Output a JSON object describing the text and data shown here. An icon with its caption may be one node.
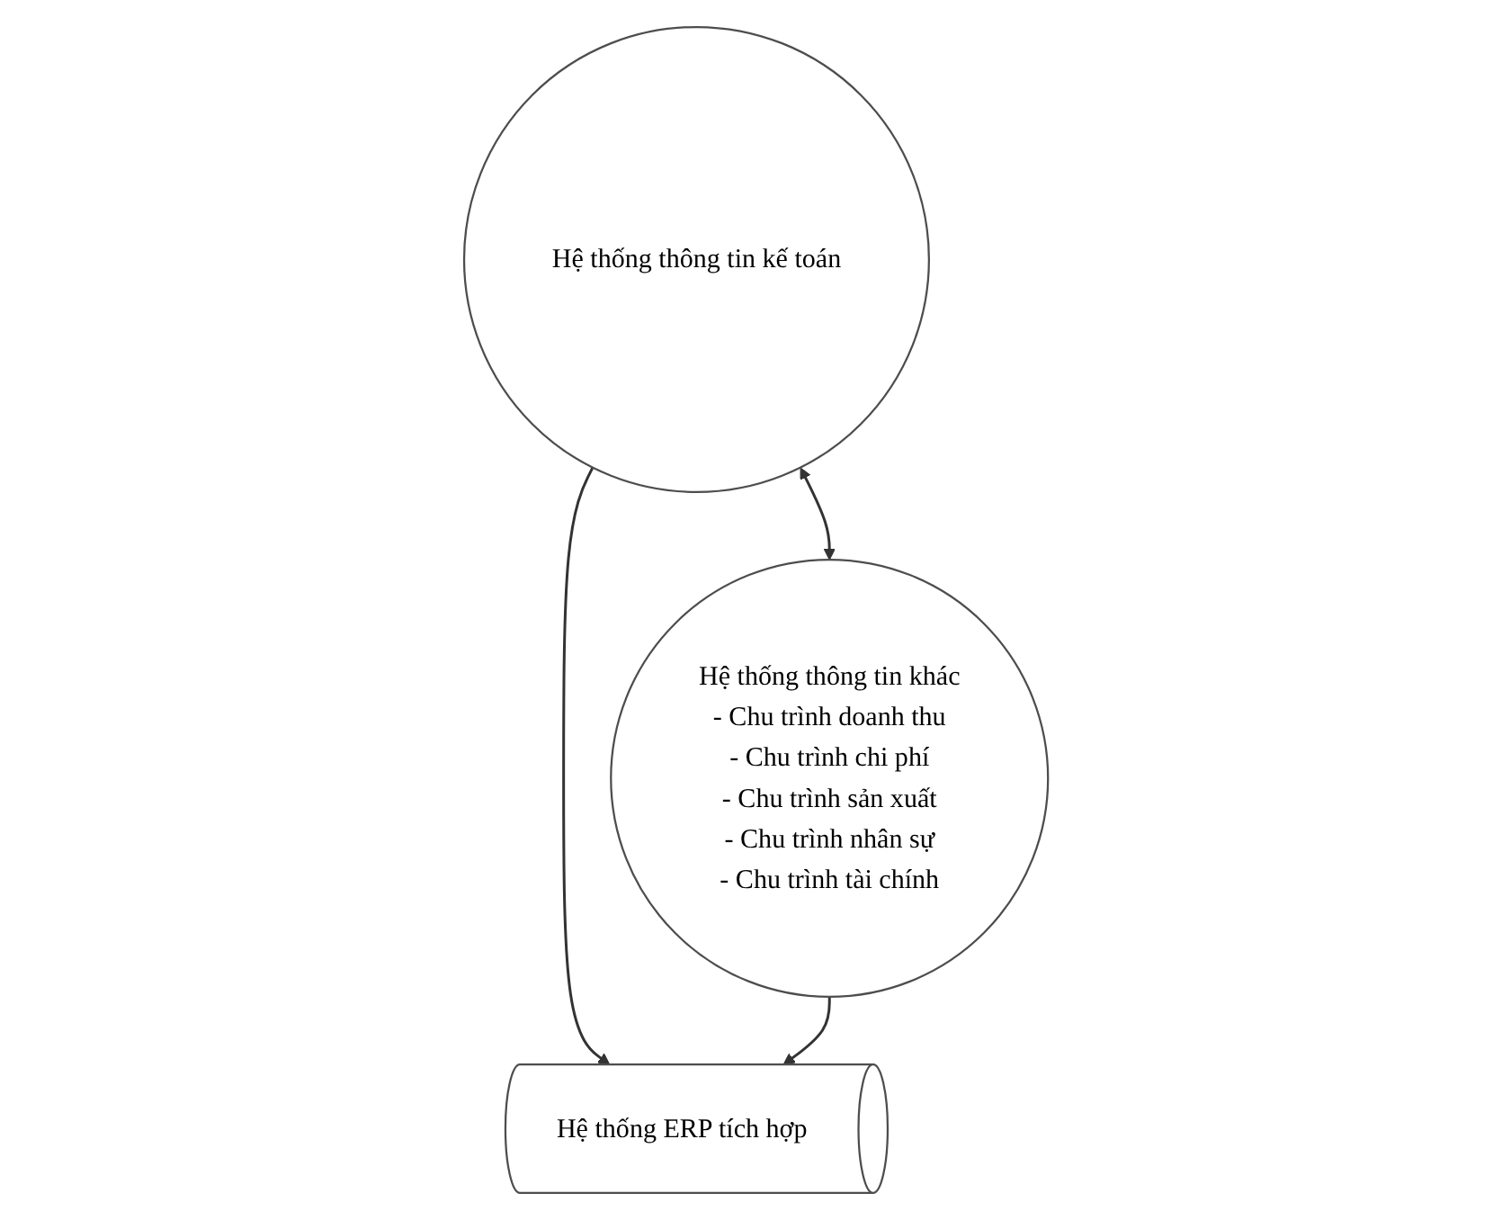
{
  "diagram": {
    "nodes": [
      {
        "text": [
          "Hệ thống thông tin kế toán"
        ]
      },
      {
        "text": [
          "Hệ thống thông tin khác",
          "- Chu trình doanh thu",
          "- Chu trình chi phí",
          "- Chu trình sản xuất",
          "- Chu trình nhân sự",
          "- Chu trình tài chính"
        ]
      },
      {
        "text": [
          "Hệ thống ERP tích hợp"
        ]
      }
    ],
    "edges": [
      {
        "from": 0,
        "to": 1,
        "arrow": "both"
      },
      {
        "from": 0,
        "to": 2,
        "arrow": "to"
      },
      {
        "from": 1,
        "to": 2,
        "arrow": "to"
      }
    ]
  }
}
